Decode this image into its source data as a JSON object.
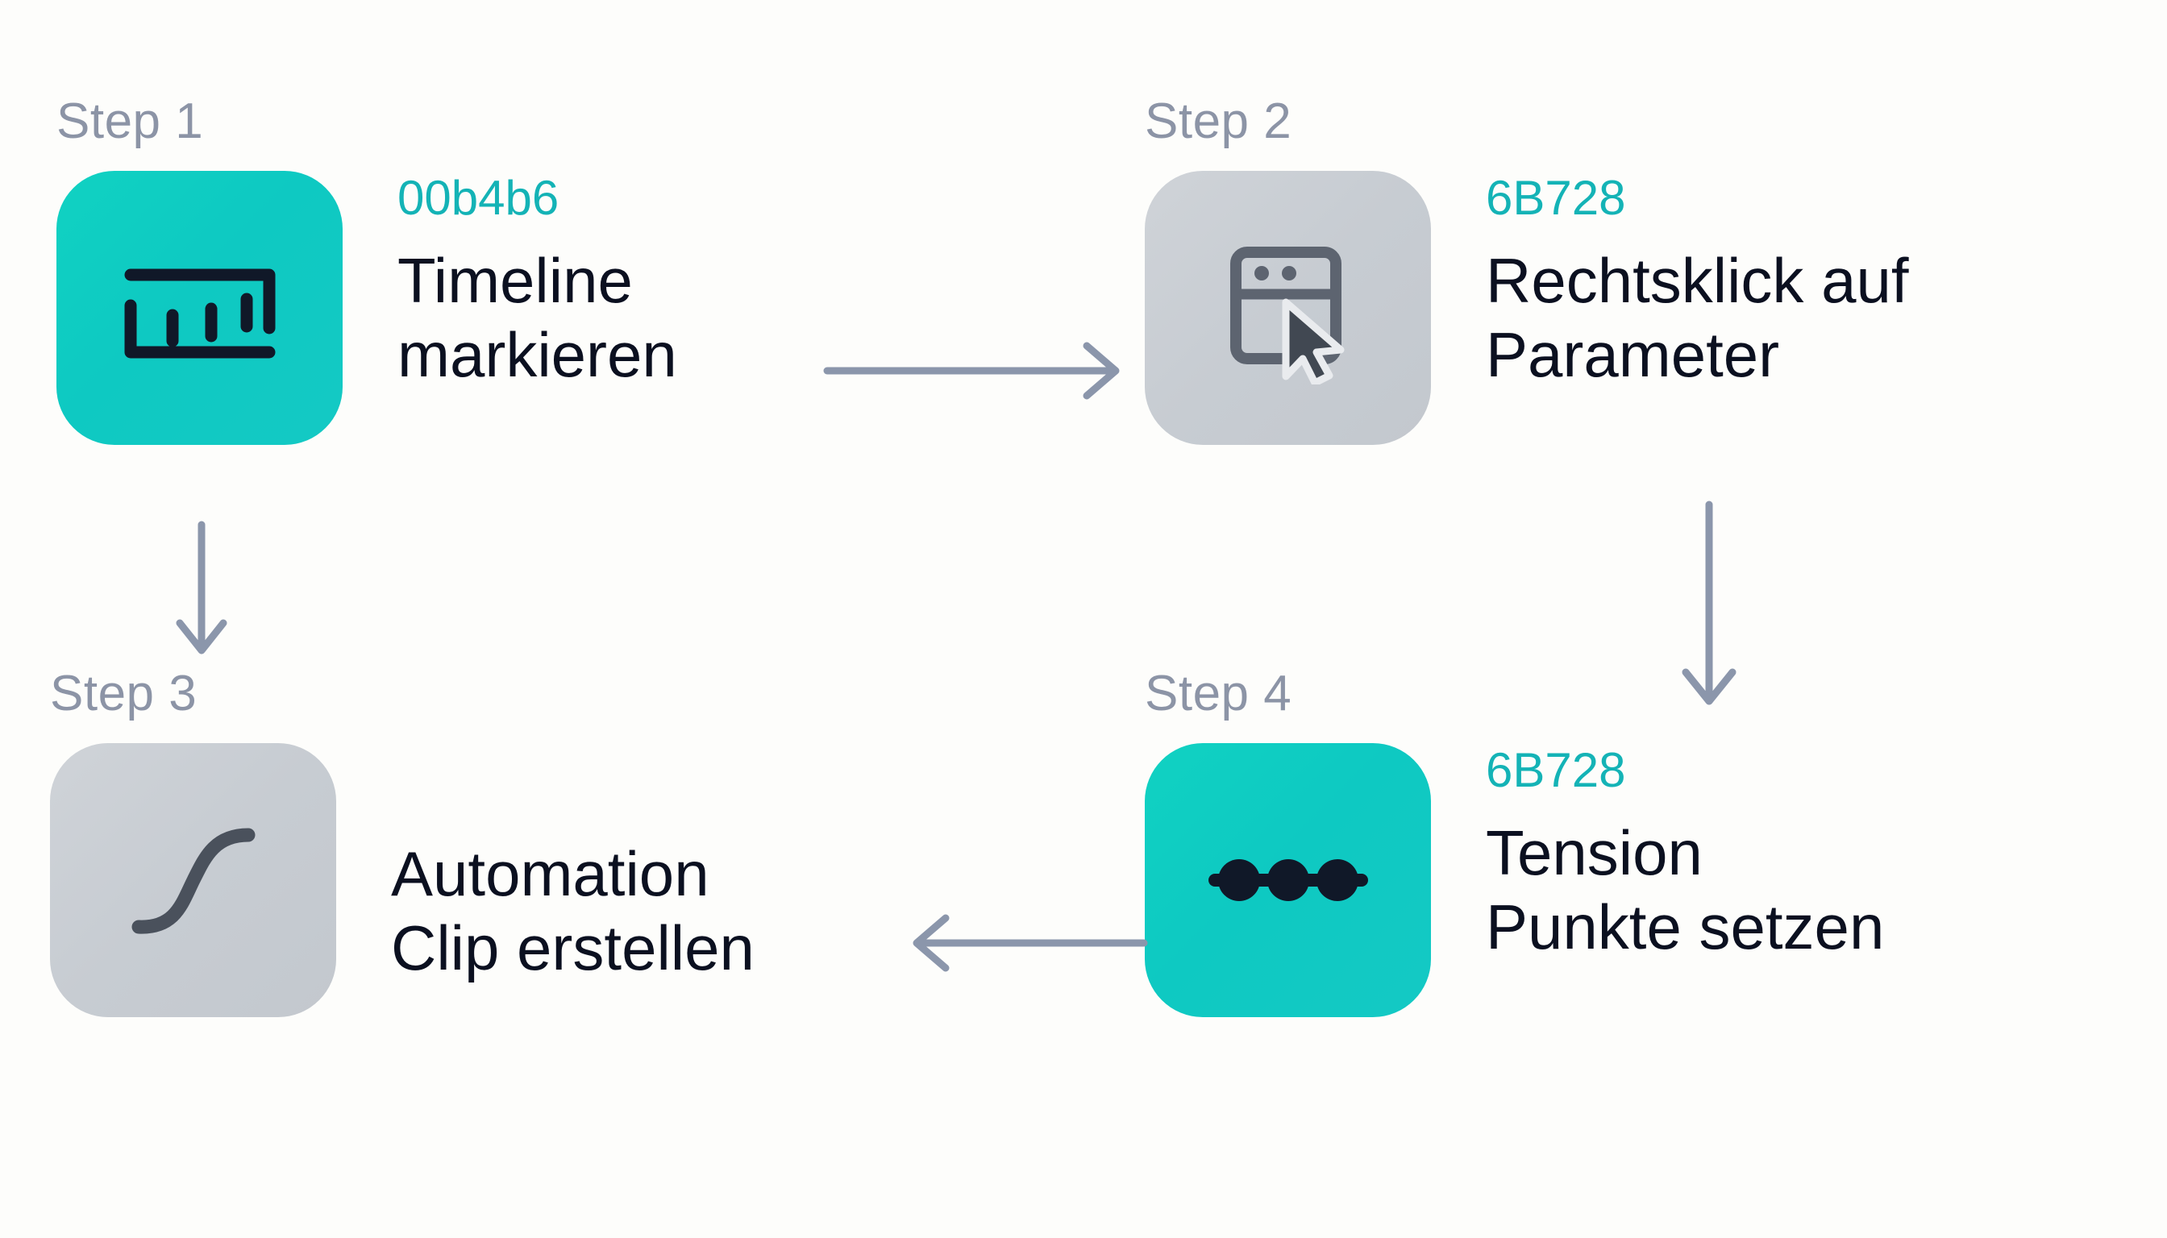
{
  "theme": {
    "background": "#fdfdfb",
    "accent_teal": "#0ec9c2",
    "hex_label_color": "#14b3b6",
    "step_label_color": "#8c94a6",
    "caption_color": "#0b1020",
    "tile_grey": "#c8cdd2",
    "arrow_color": "#8b96ab"
  },
  "steps": [
    {
      "step_label": "Step 1",
      "hex": "00b4b6",
      "caption": "Timeline\nmarkieren",
      "tile_variant": "teal",
      "icon": "timeline-ruler-icon"
    },
    {
      "step_label": "Step 2",
      "hex": "6B728",
      "caption": "Rechtsklick auf\nParameter",
      "tile_variant": "grey",
      "icon": "context-menu-cursor-icon"
    },
    {
      "step_label": "Step 3",
      "hex": "",
      "caption": "Automation\nClip erstellen",
      "tile_variant": "grey",
      "icon": "ease-curve-icon"
    },
    {
      "step_label": "Step 4",
      "hex": "6B728",
      "caption": "Tension\nPunkte setzen",
      "tile_variant": "teal",
      "icon": "keyframe-points-icon"
    }
  ],
  "arrows": [
    {
      "name": "arrow-step1-to-step2",
      "direction": "right"
    },
    {
      "name": "arrow-step2-to-step4",
      "direction": "down"
    },
    {
      "name": "arrow-step4-to-step3",
      "direction": "left"
    },
    {
      "name": "arrow-step1-to-step3",
      "direction": "down"
    }
  ]
}
